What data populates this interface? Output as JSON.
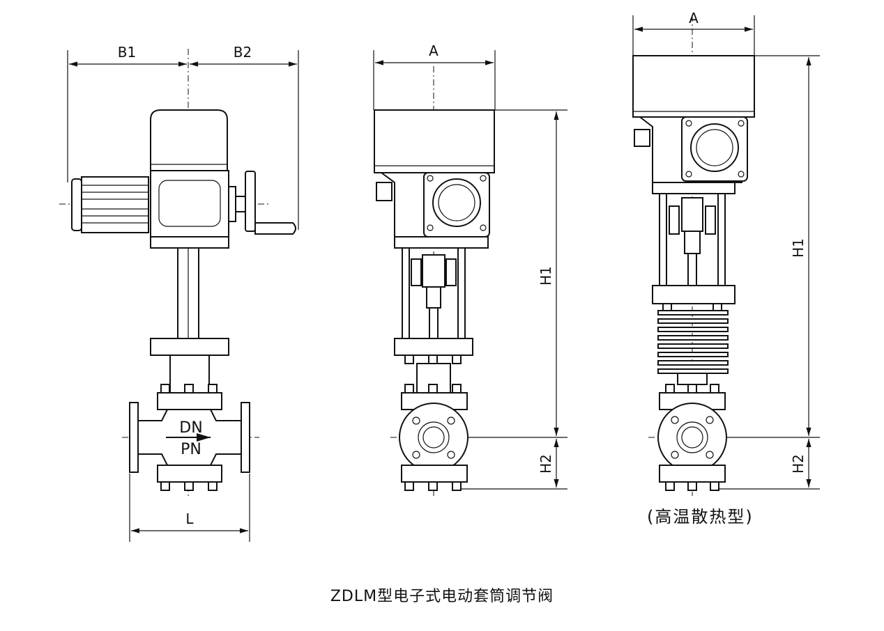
{
  "dimensions": {
    "b1": "B1",
    "b2": "B2",
    "a_mid": "A",
    "a_right": "A",
    "h1_mid": "H1",
    "h2_mid": "H2",
    "h1_right": "H1",
    "h2_right": "H2",
    "l": "L"
  },
  "body_labels": {
    "dn": "DN",
    "pn": "PN"
  },
  "variant_label": "(高温散热型)",
  "caption": "ZDLM型电子式电动套筒调节阀"
}
